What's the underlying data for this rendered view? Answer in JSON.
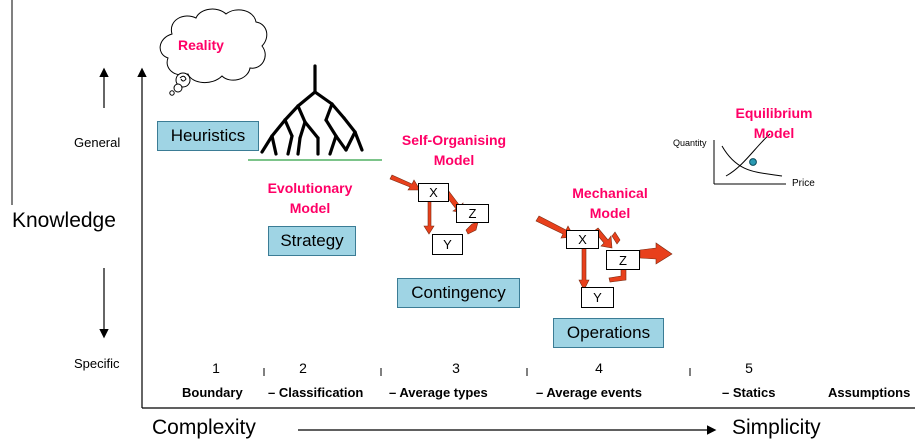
{
  "cloud": {
    "label": "Reality"
  },
  "y_axis": {
    "label": "Knowledge",
    "top_label": "General",
    "bottom_label": "Specific"
  },
  "x_axis": {
    "left_label": "Complexity",
    "right_label": "Simplicity"
  },
  "boxes": {
    "heuristics": "Heuristics",
    "strategy": "Strategy",
    "contingency": "Contingency",
    "operations": "Operations"
  },
  "models": {
    "evolutionary": [
      "Evolutionary",
      "Model"
    ],
    "self_organising": [
      "Self-Organising",
      "Model"
    ],
    "mechanical": [
      "Mechanical",
      "Model"
    ],
    "equilibrium": [
      "Equilibrium",
      "Model"
    ]
  },
  "nodes": {
    "x": "X",
    "y": "Y",
    "z": "Z"
  },
  "mini_chart": {
    "ylabel": "Quantity",
    "xlabel": "Price"
  },
  "scale": {
    "numbers": [
      "1",
      "2",
      "3",
      "4",
      "5"
    ],
    "labels": [
      "Boundary",
      "– Classification",
      "– Average types",
      "– Average events",
      "– Statics",
      "Assumptions"
    ]
  },
  "colors": {
    "accent": "#ff0066",
    "box_fill": "#9fd4e4",
    "arrow": "#e8401c",
    "baseline": "#2ea043"
  }
}
